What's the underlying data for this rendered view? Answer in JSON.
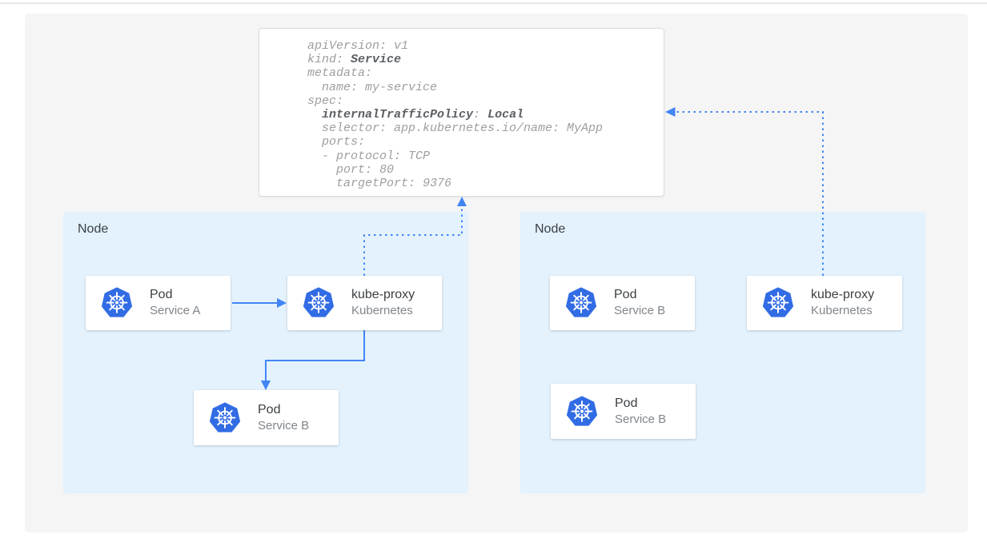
{
  "colors": {
    "canvas_bg": "#f5f5f6",
    "node_bg": "#e3f2fd",
    "arrow_blue": "#4285f4",
    "kubernetes_blue": "#326ce5",
    "card_bg": "#ffffff",
    "yaml_border": "#d9dbdf",
    "yaml_text": "#9e9ea1",
    "yaml_bold_text": "#5b5f63",
    "title_text": "#3c4043",
    "subtitle_text": "#80868b"
  },
  "yaml_card": {
    "lines": [
      {
        "pre": "apiVersion: v1",
        "strong": "",
        "mid": "",
        "strong2": "",
        "post": ""
      },
      {
        "pre": "kind: ",
        "strong": "Service",
        "mid": "",
        "strong2": "",
        "post": ""
      },
      {
        "pre": "metadata:",
        "strong": "",
        "mid": "",
        "strong2": "",
        "post": ""
      },
      {
        "pre": "  name: my-service",
        "strong": "",
        "mid": "",
        "strong2": "",
        "post": ""
      },
      {
        "pre": "spec:",
        "strong": "",
        "mid": "",
        "strong2": "",
        "post": ""
      },
      {
        "pre": "  ",
        "strong": "internalTrafficPolicy",
        "mid": ": ",
        "strong2": "Local",
        "post": ""
      },
      {
        "pre": "  selector: app.kubernetes.io/name: MyApp",
        "strong": "",
        "mid": "",
        "strong2": "",
        "post": ""
      },
      {
        "pre": "  ports:",
        "strong": "",
        "mid": "",
        "strong2": "",
        "post": ""
      },
      {
        "pre": "  - protocol: TCP",
        "strong": "",
        "mid": "",
        "strong2": "",
        "post": ""
      },
      {
        "pre": "    port: 80",
        "strong": "",
        "mid": "",
        "strong2": "",
        "post": ""
      },
      {
        "pre": "    targetPort: 9376",
        "strong": "",
        "mid": "",
        "strong2": "",
        "post": ""
      }
    ]
  },
  "nodes": [
    {
      "label": "Node",
      "cards": [
        {
          "title": "Pod",
          "subtitle": "Service A",
          "icon": "kubernetes-logo"
        },
        {
          "title": "kube-proxy",
          "subtitle": "Kubernetes",
          "icon": "kubernetes-logo"
        },
        {
          "title": "Pod",
          "subtitle": "Service B",
          "icon": "kubernetes-logo"
        }
      ]
    },
    {
      "label": "Node",
      "cards": [
        {
          "title": "Pod",
          "subtitle": "Service B",
          "icon": "kubernetes-logo"
        },
        {
          "title": "kube-proxy",
          "subtitle": "Kubernetes",
          "icon": "kubernetes-logo"
        },
        {
          "title": "Pod",
          "subtitle": "Service B",
          "icon": "kubernetes-logo"
        }
      ]
    }
  ]
}
